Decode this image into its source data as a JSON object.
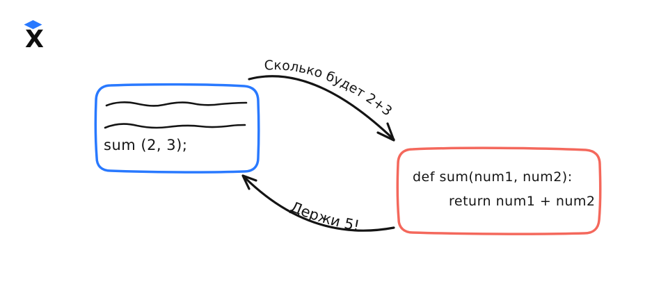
{
  "colors": {
    "accent_blue": "#2979FF",
    "accent_coral": "#F4685C",
    "ink": "#141414",
    "background": "#FFFFFF"
  },
  "logo": {
    "letter": "X"
  },
  "caller_box": {
    "code": "sum (2, 3);"
  },
  "function_box": {
    "code_line1": "def sum(num1, num2):",
    "code_line2": "return num1 + num2"
  },
  "request_arrow": {
    "label": "Сколько будет 2+3?"
  },
  "response_arrow": {
    "label": "Держи 5!"
  }
}
